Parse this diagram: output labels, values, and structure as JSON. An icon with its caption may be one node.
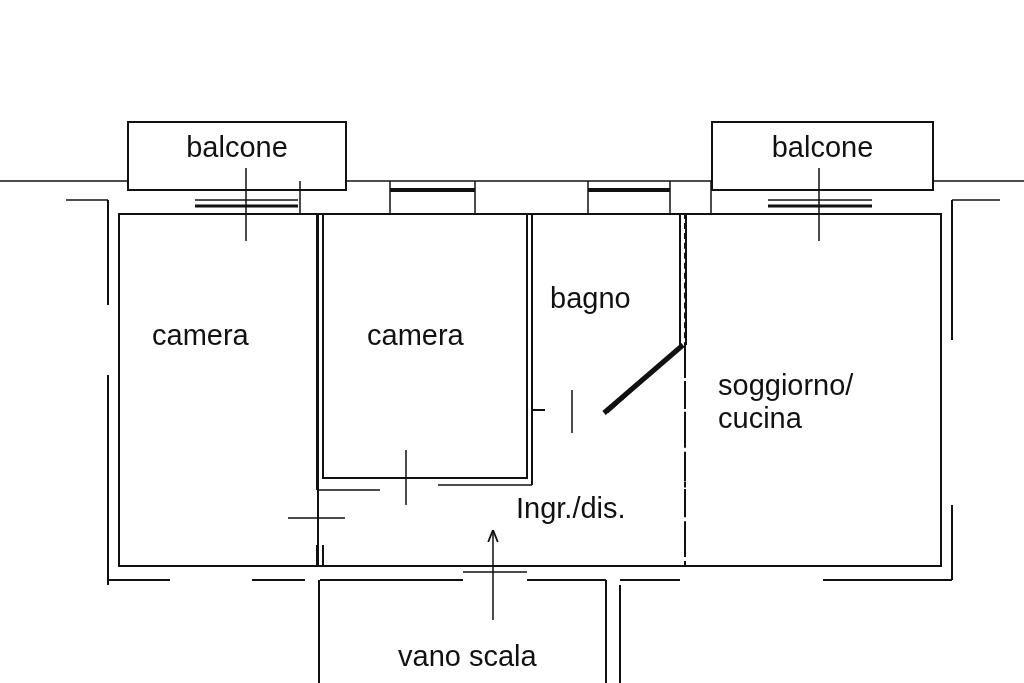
{
  "diagram": {
    "nodes": [
      {
        "text": [
          "balcone"
        ]
      },
      {
        "text": [
          "balcone"
        ]
      },
      {
        "text": [
          "camera"
        ]
      },
      {
        "text": [
          "camera"
        ]
      },
      {
        "text": [
          "bagno"
        ]
      },
      {
        "text": [
          "soggiorno/ cucina"
        ]
      },
      {
        "text": [
          "Ingr./dis."
        ]
      },
      {
        "text": [
          "vano scala"
        ]
      }
    ],
    "edges": [
      {
        "from": 0,
        "to": 2,
        "arrow": "none"
      },
      {
        "from": 1,
        "to": 5,
        "arrow": "none"
      },
      {
        "from": 7,
        "to": 6,
        "arrow": "to"
      }
    ]
  }
}
